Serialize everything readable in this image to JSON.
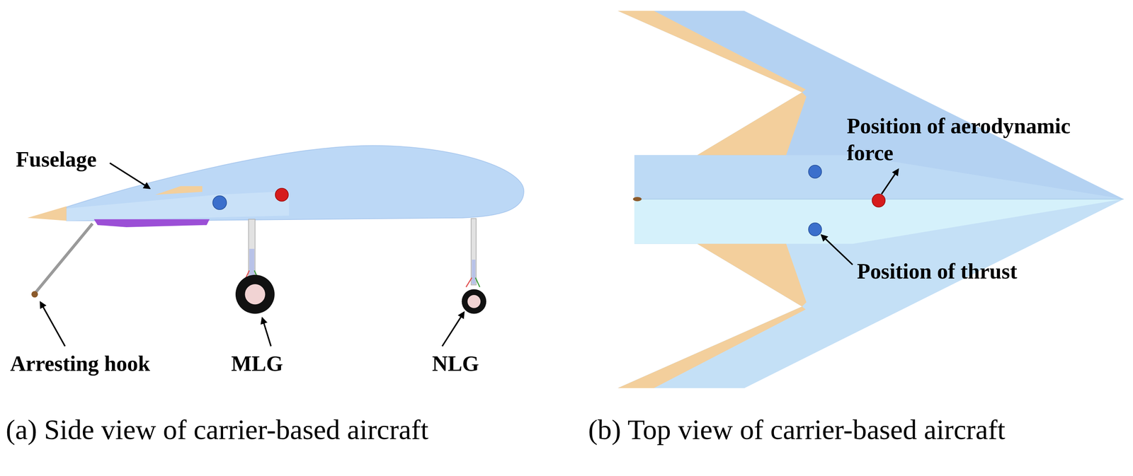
{
  "diagram": {
    "labels": [
      "Fuselage",
      "Arresting hook",
      "MLG",
      "NLG",
      "Position of aerodynamic force",
      "Position of thrust",
      "(a) Side view of carrier-based aircraft",
      "(b) Top view of carrier-based aircraft"
    ]
  }
}
